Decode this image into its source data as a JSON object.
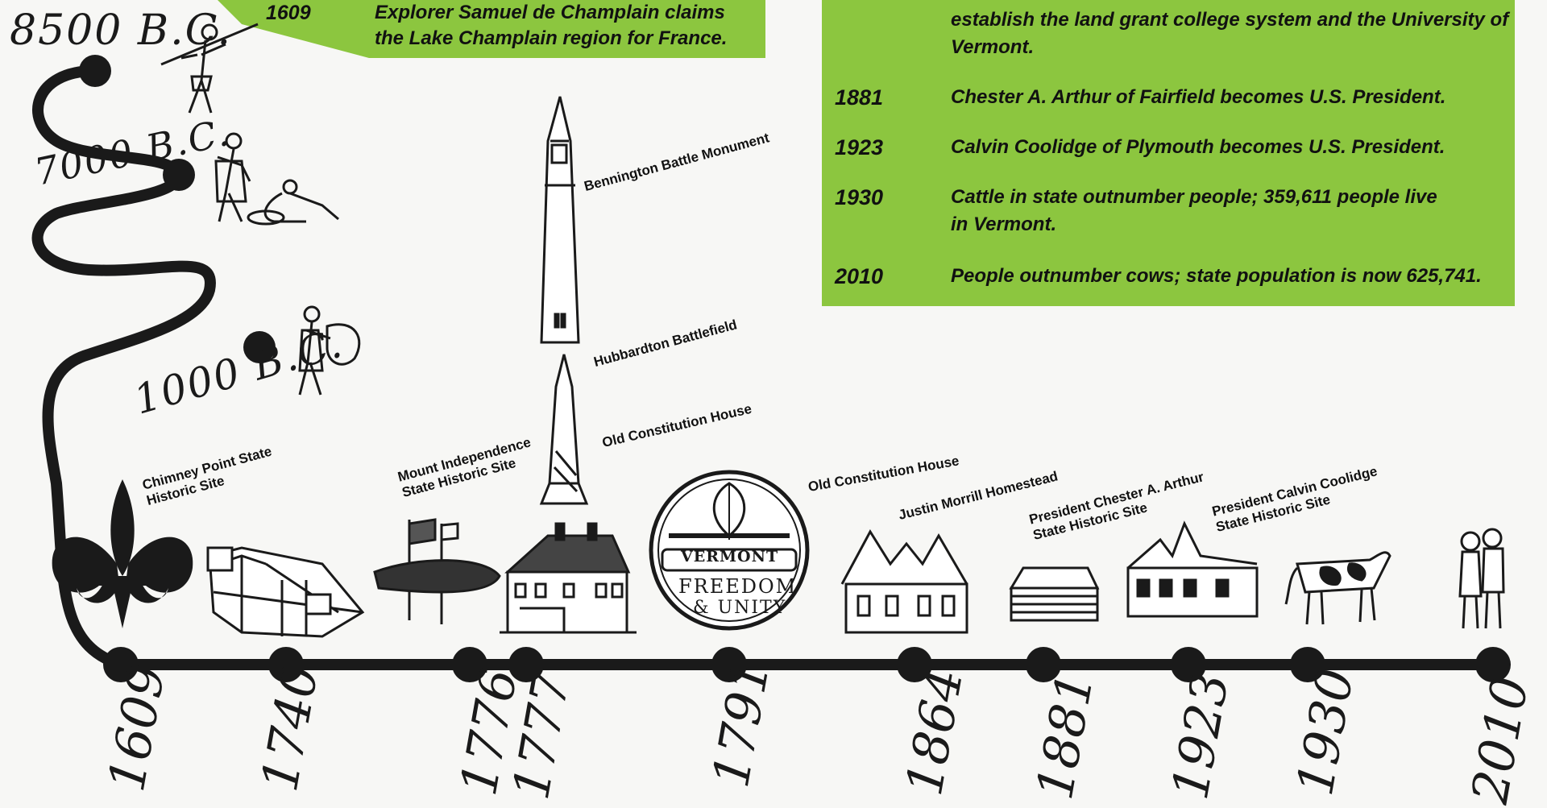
{
  "top_panel": {
    "year": "1609",
    "line1": "Explorer Samuel de Champlain claims",
    "line2": "the Lake Champlain region for France."
  },
  "right_panel": {
    "partial_text": "establish the land grant college system and the University of Vermont.",
    "entries": [
      {
        "year": "1881",
        "text": "Chester A. Arthur of Fairfield becomes U.S. President."
      },
      {
        "year": "1923",
        "text": "Calvin Coolidge of Plymouth becomes U.S. President."
      },
      {
        "year": "1930",
        "text": "Cattle in state outnumber people; 359,611 people live in Vermont."
      },
      {
        "year": "2010",
        "text": "People outnumber cows; state population is now 625,741."
      }
    ]
  },
  "prehistory": {
    "era1": "8500 B.C.",
    "era2": "7000 B.C.",
    "era3": "1000 B.C."
  },
  "timeline_years": [
    "1609",
    "1740",
    "1776",
    "1777",
    "1791",
    "1864",
    "1881",
    "1923",
    "1930",
    "2010"
  ],
  "sites": {
    "chimney_point_1": "Chimney Point State",
    "chimney_point_2": "Historic Site",
    "mount_independence_1": "Mount Independence",
    "mount_independence_2": "State Historic Site",
    "bennington": "Bennington Battle Monument",
    "hubbardton": "Hubbardton Battlefield",
    "old_constitution_1": "Old Constitution House",
    "old_constitution_2": "Old Constitution House",
    "justin_morrill": "Justin Morrill Homestead",
    "arthur_1": "President Chester A. Arthur",
    "arthur_2": "State Historic Site",
    "coolidge_1": "President Calvin Coolidge",
    "coolidge_2": "State Historic Site"
  },
  "seal": {
    "word1": "VERMONT",
    "word2": "FREEDOM",
    "word3": "& UNITY"
  },
  "colors": {
    "panel_green": "#8cc63f",
    "ink": "#1a1a1a",
    "background": "#f7f7f5"
  }
}
